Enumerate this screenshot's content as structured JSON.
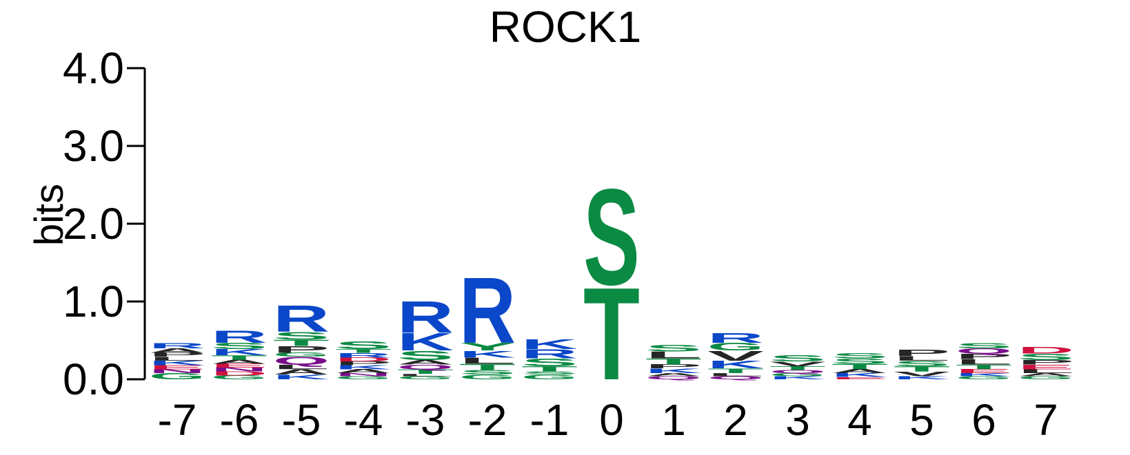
{
  "chart_data": {
    "type": "sequence-logo",
    "title": "ROCK1",
    "xlabel": "",
    "ylabel": "bits",
    "ylim": [
      0,
      4
    ],
    "yticks": [
      "0.0",
      "1.0",
      "2.0",
      "3.0",
      "4.0"
    ],
    "positions": [
      "-7",
      "-6",
      "-5",
      "-4",
      "-3",
      "-2",
      "-1",
      "0",
      "1",
      "2",
      "3",
      "4",
      "5",
      "6",
      "7"
    ],
    "colors": {
      "basic": "#0a47c9",
      "polar": "#0b8a43",
      "hydrophobic": "#262626",
      "amide": "#7a0d8c",
      "acidic": "#d1123f"
    },
    "stacks": [
      {
        "position": "-7",
        "letters": [
          {
            "aa": "G",
            "bits": 0.08
          },
          {
            "aa": "N",
            "bits": 0.05
          },
          {
            "aa": "E",
            "bits": 0.05
          },
          {
            "aa": "K",
            "bits": 0.06
          },
          {
            "aa": "L",
            "bits": 0.05
          },
          {
            "aa": "P",
            "bits": 0.05
          },
          {
            "aa": "A",
            "bits": 0.06
          },
          {
            "aa": "R",
            "bits": 0.07
          }
        ]
      },
      {
        "position": "-6",
        "letters": [
          {
            "aa": "G",
            "bits": 0.05
          },
          {
            "aa": "D",
            "bits": 0.05
          },
          {
            "aa": "N",
            "bits": 0.05
          },
          {
            "aa": "E",
            "bits": 0.05
          },
          {
            "aa": "A",
            "bits": 0.05
          },
          {
            "aa": "T",
            "bits": 0.06
          },
          {
            "aa": "K",
            "bits": 0.08
          },
          {
            "aa": "S",
            "bits": 0.08
          },
          {
            "aa": "R",
            "bits": 0.16
          }
        ]
      },
      {
        "position": "-5",
        "letters": [
          {
            "aa": "K",
            "bits": 0.06
          },
          {
            "aa": "A",
            "bits": 0.07
          },
          {
            "aa": "L",
            "bits": 0.06
          },
          {
            "aa": "Q",
            "bits": 0.1
          },
          {
            "aa": "G",
            "bits": 0.05
          },
          {
            "aa": "P",
            "bits": 0.09
          },
          {
            "aa": "T",
            "bits": 0.08
          },
          {
            "aa": "S",
            "bits": 0.1
          },
          {
            "aa": "R",
            "bits": 0.35
          }
        ]
      },
      {
        "position": "-4",
        "letters": [
          {
            "aa": "G",
            "bits": 0.04
          },
          {
            "aa": "N",
            "bits": 0.04
          },
          {
            "aa": "A",
            "bits": 0.05
          },
          {
            "aa": "K",
            "bits": 0.05
          },
          {
            "aa": "P",
            "bits": 0.05
          },
          {
            "aa": "D",
            "bits": 0.05
          },
          {
            "aa": "R",
            "bits": 0.06
          },
          {
            "aa": "T",
            "bits": 0.05
          },
          {
            "aa": "S",
            "bits": 0.1
          }
        ]
      },
      {
        "position": "-3",
        "letters": [
          {
            "aa": "G",
            "bits": 0.04
          },
          {
            "aa": "L",
            "bits": 0.03
          },
          {
            "aa": "T",
            "bits": 0.06
          },
          {
            "aa": "Q",
            "bits": 0.06
          },
          {
            "aa": "A",
            "bits": 0.06
          },
          {
            "aa": "S",
            "bits": 0.12
          },
          {
            "aa": "K",
            "bits": 0.23
          },
          {
            "aa": "R",
            "bits": 0.42
          }
        ]
      },
      {
        "position": "-2",
        "letters": [
          {
            "aa": "G",
            "bits": 0.06
          },
          {
            "aa": "S",
            "bits": 0.06
          },
          {
            "aa": "T",
            "bits": 0.08
          },
          {
            "aa": "L",
            "bits": 0.08
          },
          {
            "aa": "K",
            "bits": 0.09
          },
          {
            "aa": "Y",
            "bits": 0.1
          },
          {
            "aa": "R",
            "bits": 0.87
          }
        ]
      },
      {
        "position": "-1",
        "letters": [
          {
            "aa": "G",
            "bits": 0.06
          },
          {
            "aa": "S",
            "bits": 0.04
          },
          {
            "aa": "T",
            "bits": 0.07
          },
          {
            "aa": "S",
            "bits": 0.1
          },
          {
            "aa": "R",
            "bits": 0.12
          },
          {
            "aa": "K",
            "bits": 0.13
          }
        ]
      },
      {
        "position": "0",
        "letters": [
          {
            "aa": "T",
            "bits": 1.22
          },
          {
            "aa": "S",
            "bits": 1.27
          }
        ]
      },
      {
        "position": "1",
        "letters": [
          {
            "aa": "Q",
            "bits": 0.04
          },
          {
            "aa": "A",
            "bits": 0.04
          },
          {
            "aa": "K",
            "bits": 0.06
          },
          {
            "aa": "P",
            "bits": 0.05
          },
          {
            "aa": "T",
            "bits": 0.08
          },
          {
            "aa": "L",
            "bits": 0.09
          },
          {
            "aa": "S",
            "bits": 0.09
          }
        ]
      },
      {
        "position": "2",
        "letters": [
          {
            "aa": "Q",
            "bits": 0.04
          },
          {
            "aa": "L",
            "bits": 0.04
          },
          {
            "aa": "T",
            "bits": 0.06
          },
          {
            "aa": "K",
            "bits": 0.1
          },
          {
            "aa": "V",
            "bits": 0.13
          },
          {
            "aa": "G",
            "bits": 0.1
          },
          {
            "aa": "R",
            "bits": 0.13
          }
        ]
      },
      {
        "position": "3",
        "letters": [
          {
            "aa": "K",
            "bits": 0.04
          },
          {
            "aa": "G",
            "bits": 0.04
          },
          {
            "aa": "Q",
            "bits": 0.04
          },
          {
            "aa": "T",
            "bits": 0.05
          },
          {
            "aa": "V",
            "bits": 0.06
          },
          {
            "aa": "S",
            "bits": 0.08
          }
        ]
      },
      {
        "position": "4",
        "letters": [
          {
            "aa": "E",
            "bits": 0.03
          },
          {
            "aa": "K",
            "bits": 0.05
          },
          {
            "aa": "A",
            "bits": 0.05
          },
          {
            "aa": "T",
            "bits": 0.07
          },
          {
            "aa": "S",
            "bits": 0.07
          },
          {
            "aa": "S",
            "bits": 0.07
          }
        ]
      },
      {
        "position": "5",
        "letters": [
          {
            "aa": "K",
            "bits": 0.04
          },
          {
            "aa": "V",
            "bits": 0.06
          },
          {
            "aa": "T",
            "bits": 0.07
          },
          {
            "aa": "S",
            "bits": 0.07
          },
          {
            "aa": "L",
            "bits": 0.06
          },
          {
            "aa": "P",
            "bits": 0.08
          }
        ]
      },
      {
        "position": "6",
        "letters": [
          {
            "aa": "G",
            "bits": 0.04
          },
          {
            "aa": "K",
            "bits": 0.04
          },
          {
            "aa": "E",
            "bits": 0.05
          },
          {
            "aa": "T",
            "bits": 0.06
          },
          {
            "aa": "L",
            "bits": 0.07
          },
          {
            "aa": "P",
            "bits": 0.07
          },
          {
            "aa": "Q",
            "bits": 0.07
          },
          {
            "aa": "S",
            "bits": 0.07
          }
        ]
      },
      {
        "position": "7",
        "letters": [
          {
            "aa": "G",
            "bits": 0.04
          },
          {
            "aa": "A",
            "bits": 0.04
          },
          {
            "aa": "L",
            "bits": 0.05
          },
          {
            "aa": "E",
            "bits": 0.06
          },
          {
            "aa": "P",
            "bits": 0.06
          },
          {
            "aa": "S",
            "bits": 0.08
          },
          {
            "aa": "D",
            "bits": 0.09
          }
        ]
      }
    ]
  }
}
